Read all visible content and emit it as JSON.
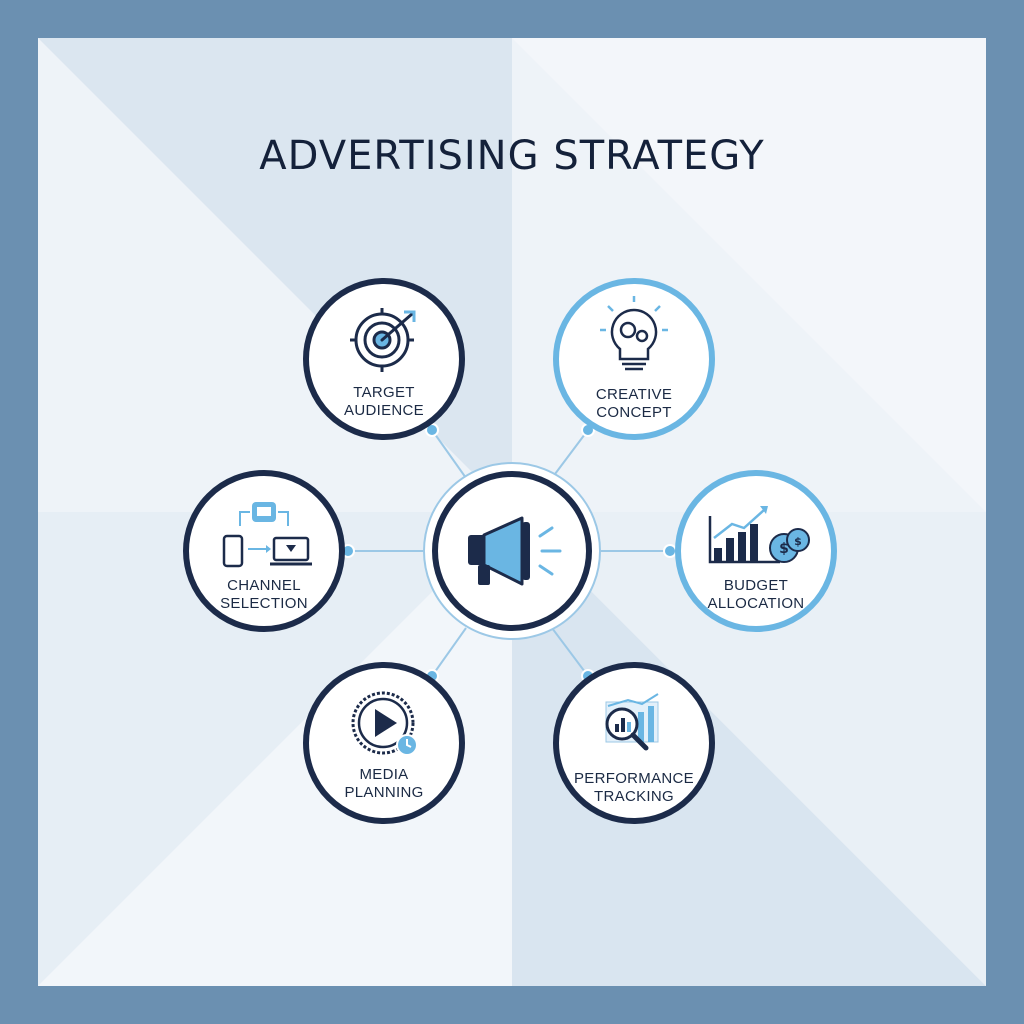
{
  "title": "ADVERTISING STRATEGY",
  "colors": {
    "frame": "#6b90b1",
    "panel": "#eef3f8",
    "dark_navy": "#1c2b4a",
    "light_blue": "#6ab6e3",
    "connector": "#9cc8e6"
  },
  "center": {
    "icon": "megaphone-icon"
  },
  "nodes": [
    {
      "id": "target-audience",
      "line1": "TARGET",
      "line2": "AUDIENCE",
      "icon": "target-arrow-icon",
      "ring": "dark"
    },
    {
      "id": "creative-concept",
      "line1": "CREATIVE",
      "line2": "CONCEPT",
      "icon": "lightbulb-gears-icon",
      "ring": "light"
    },
    {
      "id": "channel-selection",
      "line1": "CHANNEL",
      "line2": "SELECTION",
      "icon": "devices-icon",
      "ring": "dark"
    },
    {
      "id": "budget-allocation",
      "line1": "BUDGET",
      "line2": "ALLOCATION",
      "icon": "chart-moneybags-icon",
      "ring": "light"
    },
    {
      "id": "media-planning",
      "line1": "MEDIA",
      "line2": "PLANNING",
      "icon": "play-clock-icon",
      "ring": "dark"
    },
    {
      "id": "performance-tracking",
      "line1": "PERFORMANCE",
      "line2": "TRACKING",
      "icon": "magnifier-chart-icon",
      "ring": "dark"
    }
  ]
}
